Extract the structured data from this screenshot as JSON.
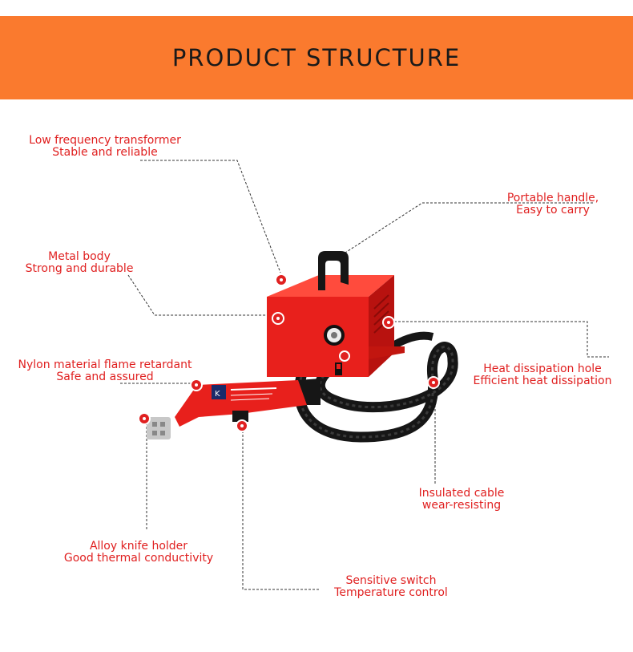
{
  "banner": {
    "title": "PRODUCT STRUCTURE",
    "background": "#fa7a2e"
  },
  "accent_color": "#e02020",
  "product_color": "#e8201c",
  "callouts": [
    {
      "id": "transformer",
      "line1": "Low frequency transformer",
      "line2": "Stable and reliable"
    },
    {
      "id": "metal-body",
      "line1": "Metal body",
      "line2": "Strong and durable"
    },
    {
      "id": "nylon",
      "line1": "Nylon material flame retardant",
      "line2": "Safe and assured"
    },
    {
      "id": "knife-holder",
      "line1": "Alloy knife holder",
      "line2": "Good thermal conductivity"
    },
    {
      "id": "handle",
      "line1": "Portable handle,",
      "line2": "Easy to carry"
    },
    {
      "id": "heat-hole",
      "line1": "Heat dissipation hole",
      "line2": "Efficient heat dissipation"
    },
    {
      "id": "cable",
      "line1": "Insulated cable",
      "line2": "wear-resisting"
    },
    {
      "id": "switch",
      "line1": "Sensitive switch",
      "line2": "Temperature control"
    }
  ]
}
